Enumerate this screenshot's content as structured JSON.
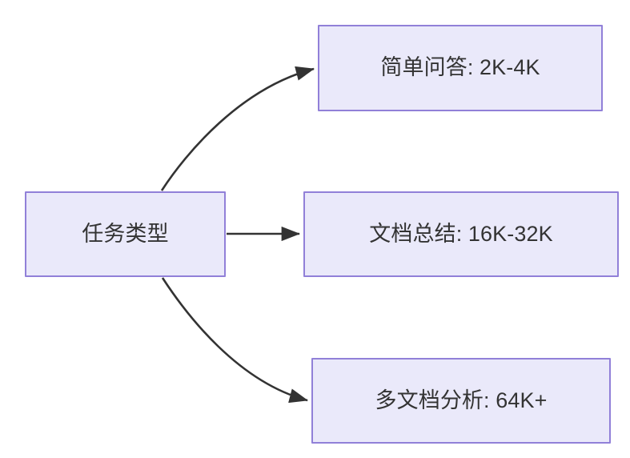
{
  "diagram": {
    "type": "flowchart",
    "direction": "left-to-right",
    "background_color": "#ffffff",
    "node_fill_color": "#eae9fa",
    "node_border_color": "#9180d8",
    "node_text_color": "#333333",
    "edge_color": "#333333",
    "nodes": [
      {
        "id": "root",
        "label": "任务类型",
        "role": "source"
      },
      {
        "id": "simple-qa",
        "label": "简单问答: 2K-4K",
        "role": "target"
      },
      {
        "id": "doc-sum",
        "label": "文档总结: 16K-32K",
        "role": "target"
      },
      {
        "id": "multi-doc",
        "label": "多文档分析: 64K+",
        "role": "target"
      }
    ],
    "edges": [
      {
        "id": "edge-root-simple-qa",
        "from": "root",
        "to": "simple-qa",
        "label": "",
        "style": "curved",
        "arrowhead": "solid-triangle"
      },
      {
        "id": "edge-root-doc-sum",
        "from": "root",
        "to": "doc-sum",
        "label": "",
        "style": "straight",
        "arrowhead": "solid-triangle"
      },
      {
        "id": "edge-root-multi-doc",
        "from": "root",
        "to": "multi-doc",
        "label": "",
        "style": "curved",
        "arrowhead": "solid-triangle"
      }
    ]
  }
}
